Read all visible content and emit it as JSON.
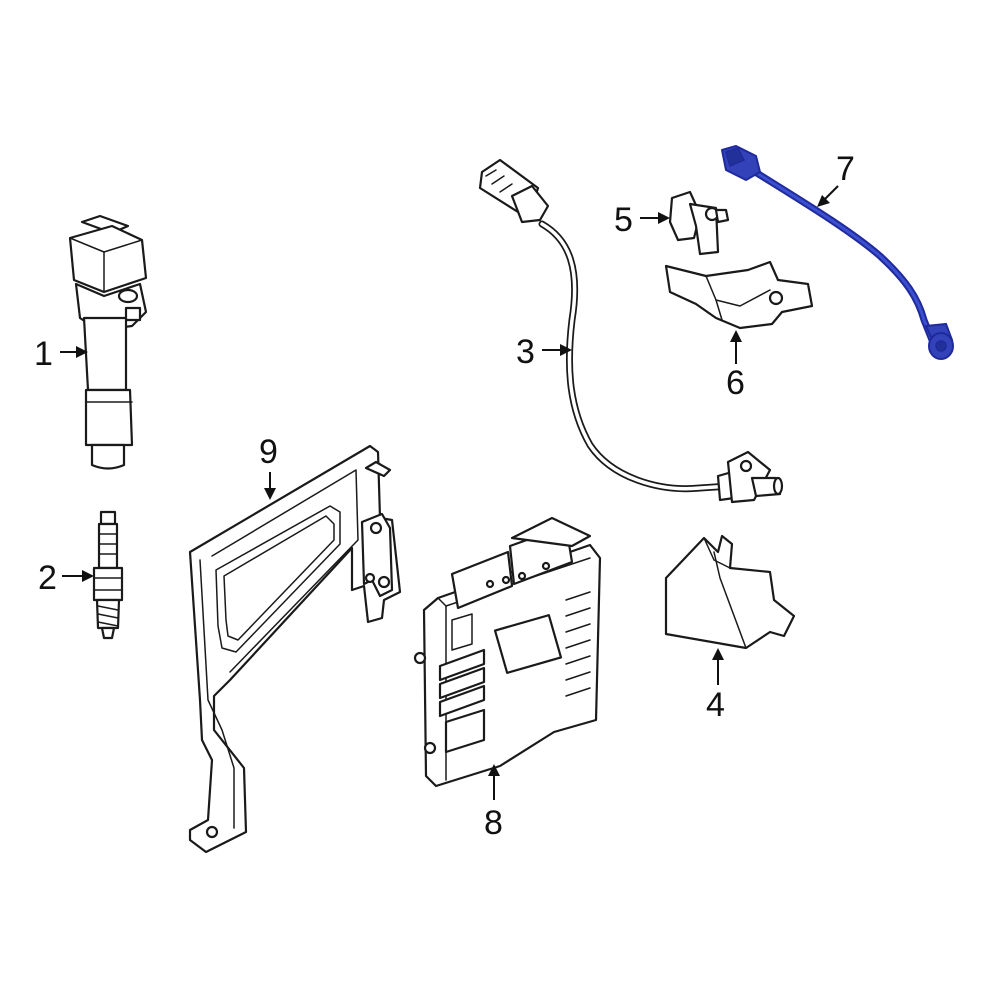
{
  "colors": {
    "line": "#1a1a1a",
    "highlight": "#1f2a9c",
    "highlight_fill": "#3342b8",
    "background": "#ffffff"
  },
  "callouts": [
    {
      "id": "1",
      "label": "1",
      "part": "ignition-coil"
    },
    {
      "id": "2",
      "label": "2",
      "part": "spark-plug"
    },
    {
      "id": "3",
      "label": "3",
      "part": "crankshaft-position-sensor"
    },
    {
      "id": "4",
      "label": "4",
      "part": "heat-shield"
    },
    {
      "id": "5",
      "label": "5",
      "part": "camshaft-position-sensor"
    },
    {
      "id": "6",
      "label": "6",
      "part": "sensor-bracket"
    },
    {
      "id": "7",
      "label": "7",
      "part": "knock-sensor",
      "highlighted": true
    },
    {
      "id": "8",
      "label": "8",
      "part": "engine-control-module"
    },
    {
      "id": "9",
      "label": "9",
      "part": "ecm-mounting-bracket"
    }
  ]
}
